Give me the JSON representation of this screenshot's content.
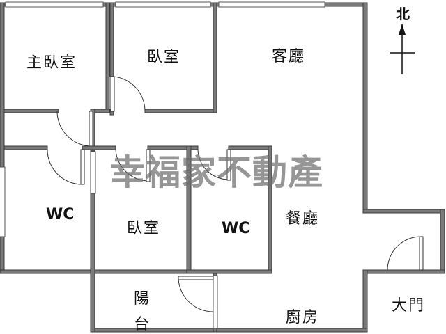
{
  "rooms": {
    "master_bedroom": "主臥室",
    "bedroom_top": "臥室",
    "living_room": "客廳",
    "wc_left": "WC",
    "bedroom_middle": "臥室",
    "wc_middle": "WC",
    "dining_room": "餐廳",
    "balcony_line1": "陽",
    "balcony_line2": "台",
    "kitchen": "廚房",
    "main_door": "大門"
  },
  "compass": {
    "label": "北"
  },
  "watermark": {
    "text": "幸福家不動產"
  },
  "colors": {
    "wall": "#7a7a7a",
    "watermark": "#6e6e6e"
  }
}
